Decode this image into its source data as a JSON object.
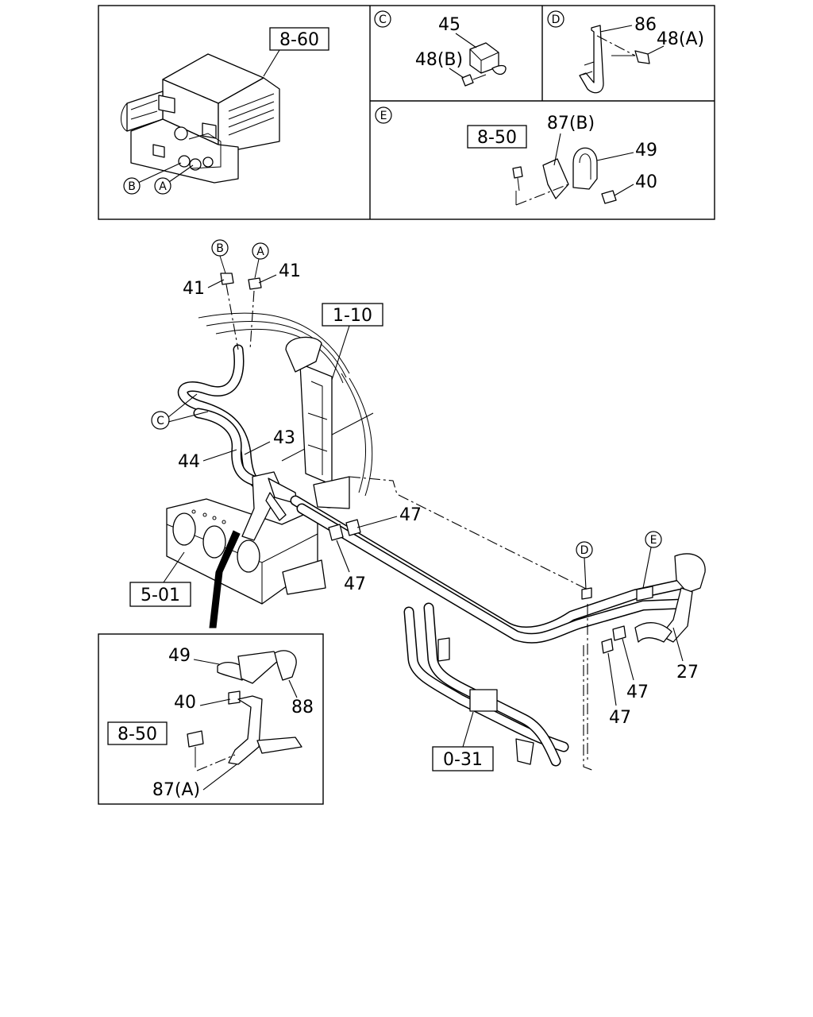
{
  "detail_letters": {
    "C": "C",
    "D": "D",
    "E": "E",
    "A": "A",
    "B": "B"
  },
  "reference_numbers": {
    "r860": "8-60",
    "r850_top": "8-50",
    "r110": "1-10",
    "r501": "5-01",
    "r031": "0-31",
    "r850_inset": "8-50"
  },
  "part_numbers": {
    "p45": "45",
    "p48B": "48(B)",
    "p86": "86",
    "p48A": "48(A)",
    "p87B": "87(B)",
    "p49_top": "49",
    "p40_top": "40",
    "p41_left": "41",
    "p41_right": "41",
    "p43": "43",
    "p44": "44",
    "p47_a": "47",
    "p47_b": "47",
    "p47_c": "47",
    "p47_d": "47",
    "p27": "27",
    "p49_inset": "49",
    "p40_inset": "40",
    "p88": "88",
    "p87A": "87(A)"
  }
}
